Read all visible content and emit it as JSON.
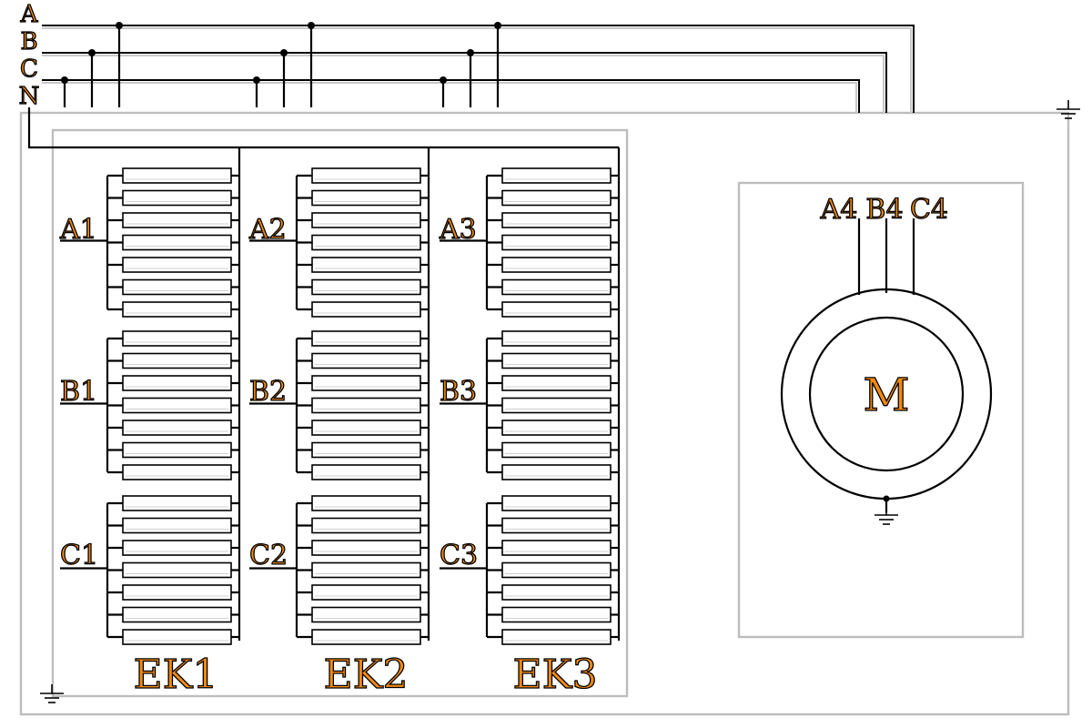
{
  "bus_lines": [
    "A",
    "B",
    "C",
    "N"
  ],
  "heaters": [
    {
      "name": "EK1",
      "phases": [
        "A1",
        "B1",
        "C1"
      ]
    },
    {
      "name": "EK2",
      "phases": [
        "A2",
        "B2",
        "C2"
      ]
    },
    {
      "name": "EK3",
      "phases": [
        "A3",
        "B3",
        "C3"
      ]
    }
  ],
  "motor": {
    "symbol": "M",
    "terminals": [
      "A4",
      "B4",
      "C4"
    ]
  },
  "resistors_per_phase": 7,
  "colors": {
    "label_fill": "#f28a10",
    "label_outline": "#000000",
    "frame": "#bdbdbd",
    "wire": "#000000"
  },
  "icons": [
    "ground-symbol-icon"
  ]
}
